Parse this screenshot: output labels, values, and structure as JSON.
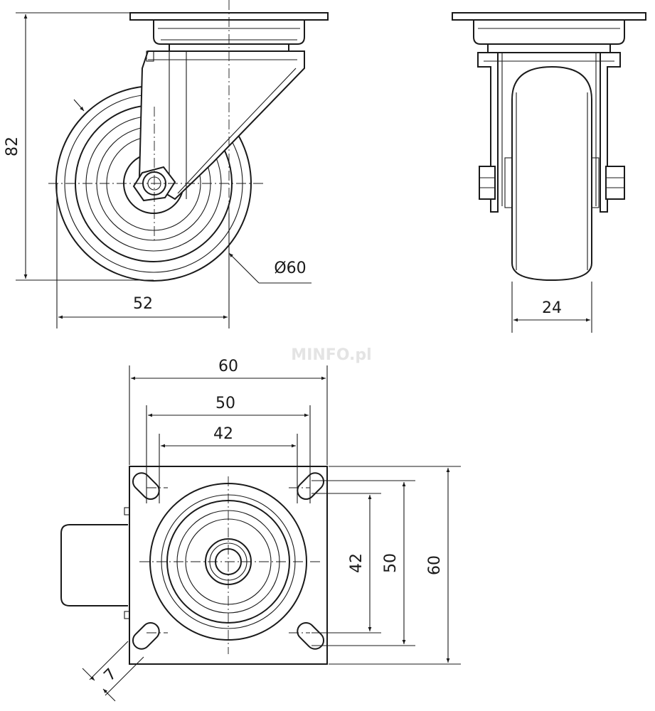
{
  "side_view": {
    "height": "82",
    "diameter": "Ø60",
    "offset": "52"
  },
  "front_view": {
    "wheel_width": "24"
  },
  "top_view": {
    "plate_width": "60",
    "hole_spacing_outer": "50",
    "hole_spacing_inner": "42",
    "plate_height": "60",
    "hole_vertical_outer": "50",
    "hole_vertical_inner": "42",
    "slot_width": "7"
  },
  "watermark": "MINFO.pl"
}
